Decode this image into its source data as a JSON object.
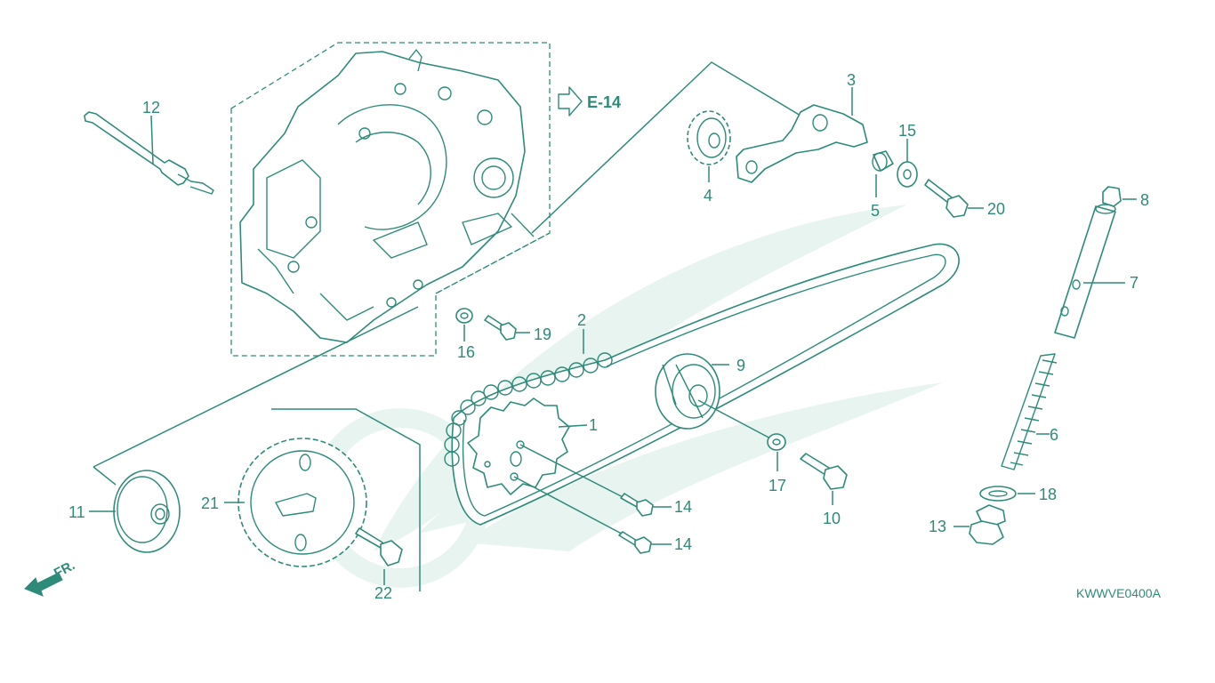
{
  "reference": {
    "label": "E-14"
  },
  "diagram_code": "KWWVE0400A",
  "front_marker": "FR.",
  "callouts": {
    "c1": "1",
    "c2": "2",
    "c3": "3",
    "c4": "4",
    "c5": "5",
    "c6": "6",
    "c7": "7",
    "c8": "8",
    "c9": "9",
    "c10": "10",
    "c11": "11",
    "c12": "12",
    "c13": "13",
    "c14a": "14",
    "c14b": "14",
    "c15": "15",
    "c16": "16",
    "c17": "17",
    "c18": "18",
    "c19": "19",
    "c20": "20",
    "c21": "21",
    "c22": "22"
  },
  "colors": {
    "line": "#2e8b79",
    "watermark": "#e6f3ef",
    "background": "#ffffff"
  }
}
